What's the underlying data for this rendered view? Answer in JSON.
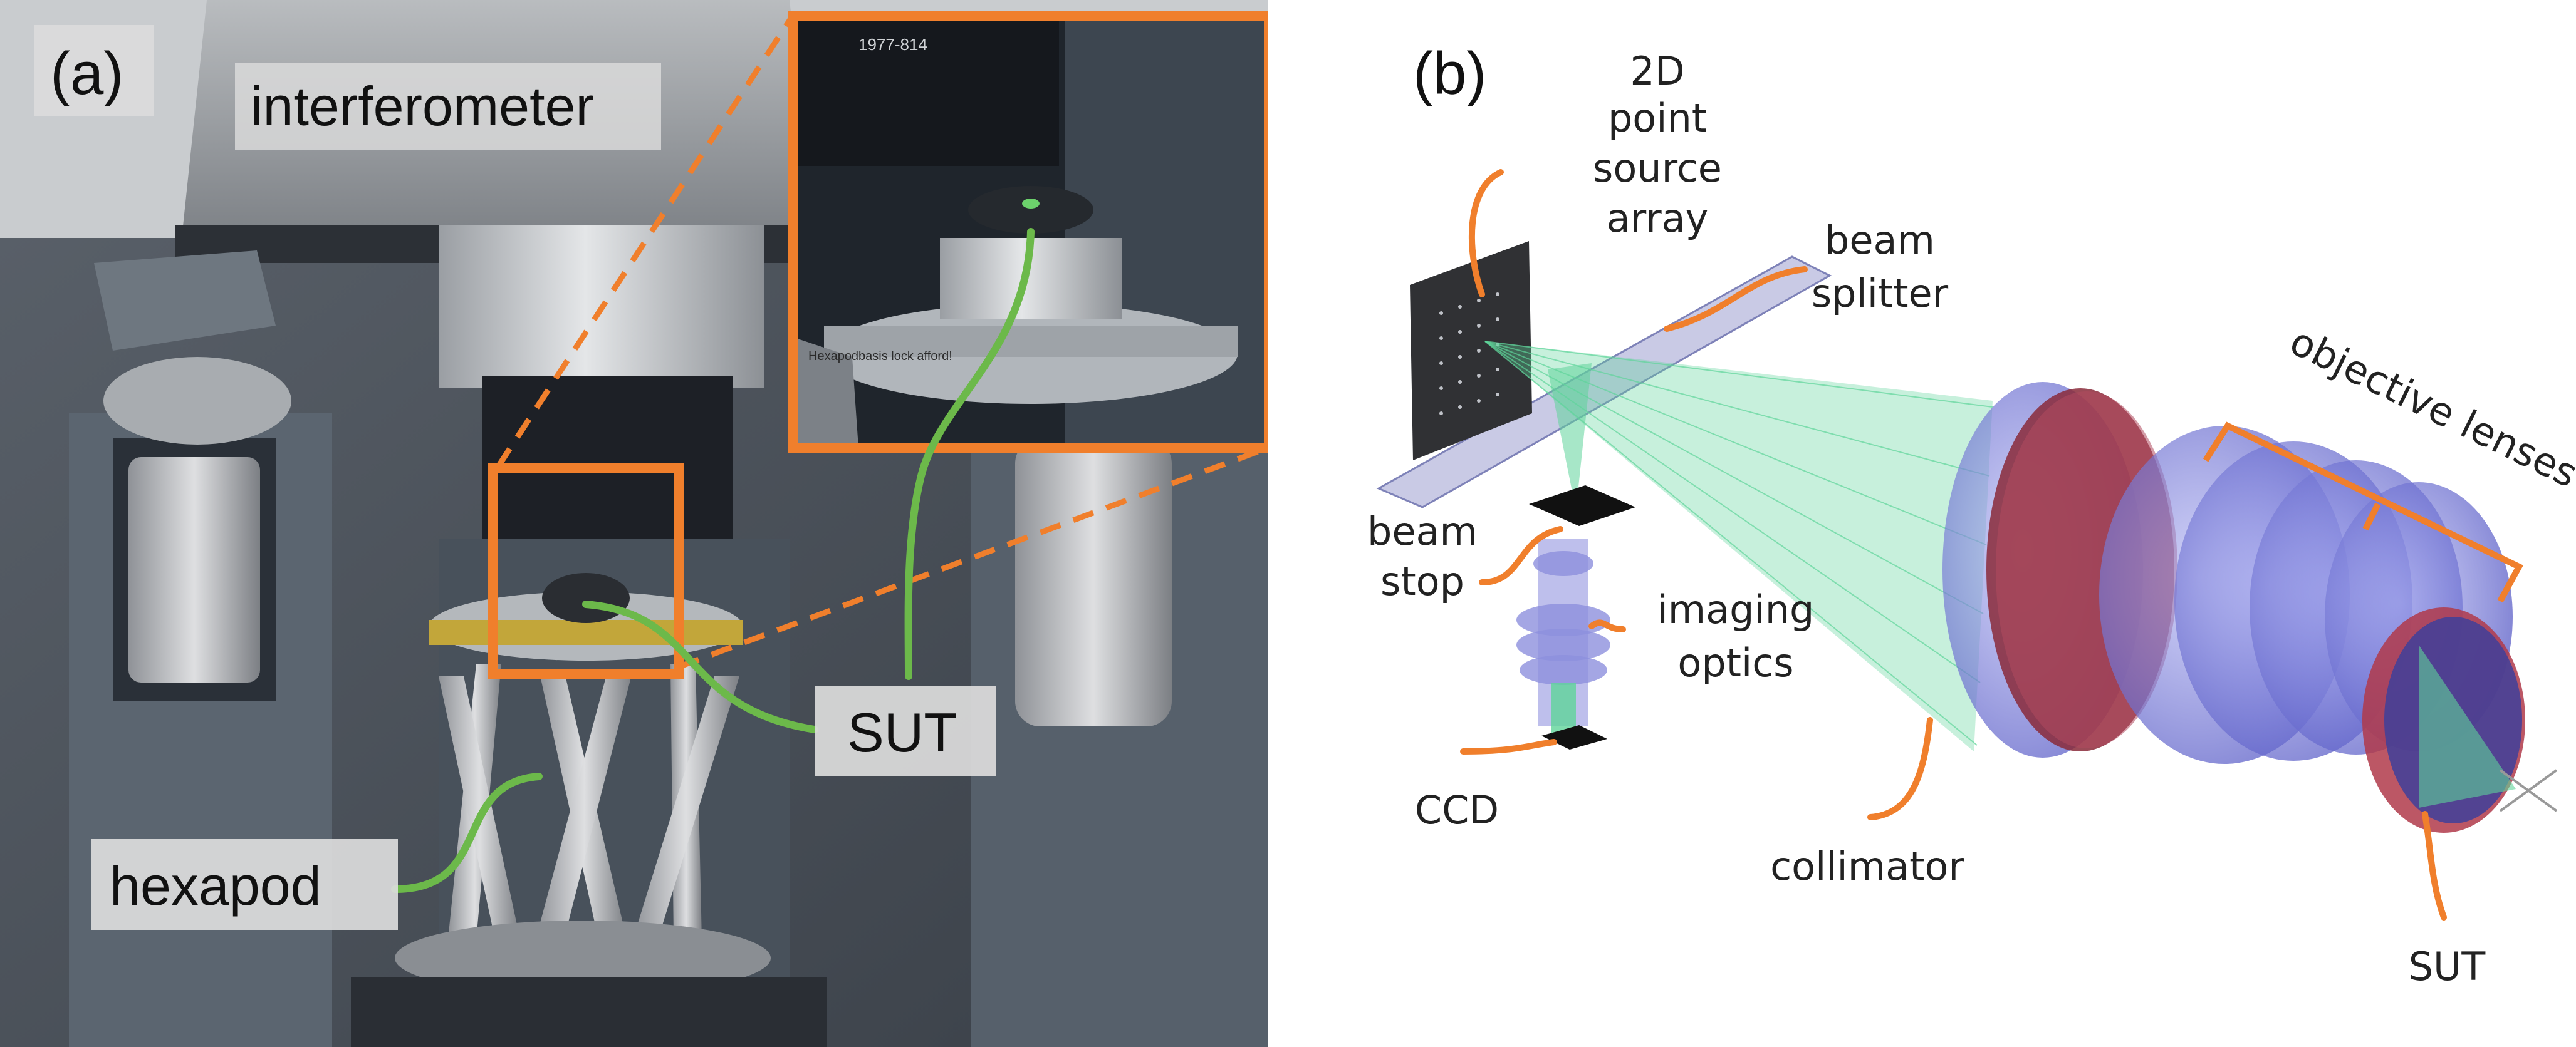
{
  "panel_a": {
    "tag": "(a)",
    "labels": {
      "interferometer": "interferometer",
      "sut": "SUT",
      "hexapod": "hexapod"
    },
    "inset_serial": "1977-814",
    "inset_sticker": "Hexapodbasis lock afford!",
    "colors": {
      "highlight": "#f07f2c",
      "pointer": "#6cb94a",
      "label_box": "#dcdcdc"
    }
  },
  "panel_b": {
    "tag": "(b)",
    "labels": {
      "source_line1": "2D",
      "source_line2": "point",
      "source_line3": "source",
      "source_line4": "array",
      "splitter_line1": "beam",
      "splitter_line2": "splitter",
      "objective": "objective lenses",
      "stop_line1": "beam",
      "stop_line2": "stop",
      "imaging_line1": "imaging",
      "imaging_line2": "optics",
      "ccd": "CCD",
      "collimator": "collimator",
      "sut": "SUT"
    },
    "colors": {
      "leader": "#f07f2c",
      "rays": "#5fd49a",
      "lens": "#7b7fe0",
      "lens_rim": "#8a2a3a"
    }
  }
}
